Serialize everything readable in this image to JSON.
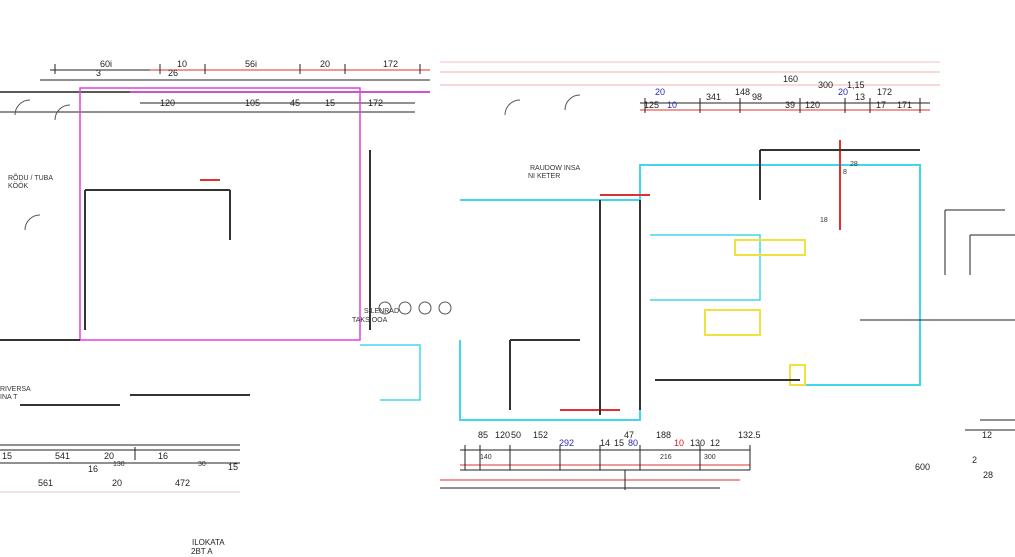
{
  "drawing": {
    "room_labels": {
      "left_room": "RÕDU / TUBA",
      "left_room_2": "KÖÖK",
      "left_bottom": "RIVERSA",
      "left_bottom_2": "INA T",
      "center_a": "SILENRAD",
      "center_b": "TAKS OOA",
      "upper_center_a": "RAUDOW INSA",
      "upper_center_b": "NI KETER",
      "bottom_a": "ILOKATA",
      "bottom_b": "2BT A"
    },
    "top_left_dims": [
      "60i",
      "10",
      "56i",
      "20",
      "172",
      "26",
      "3",
      "120",
      "105",
      "45",
      "15",
      "172"
    ],
    "top_right_dims": [
      "160",
      "300",
      "1,15",
      "172",
      "148",
      "341",
      "98",
      "20",
      "125",
      "10",
      "39",
      "120",
      "17",
      "171",
      "20",
      "13"
    ],
    "right_dims": [
      "28",
      "8",
      "18",
      "12",
      "600",
      "28",
      "2"
    ],
    "bottom_center_dims": [
      "85",
      "120",
      "50",
      "152",
      "292",
      "14",
      "15",
      "80",
      "47",
      "188",
      "10",
      "130",
      "12",
      "132.5",
      "140",
      "216",
      "300"
    ],
    "bottom_left_dims": [
      "541",
      "20",
      "130",
      "16",
      "15",
      "561",
      "472",
      "20",
      "16",
      "30",
      "15"
    ],
    "colors": {
      "magenta": "#e040e0",
      "cyan": "#40d8e8",
      "red": "#e03030",
      "yellow": "#f0e040",
      "line": "#222222"
    }
  }
}
